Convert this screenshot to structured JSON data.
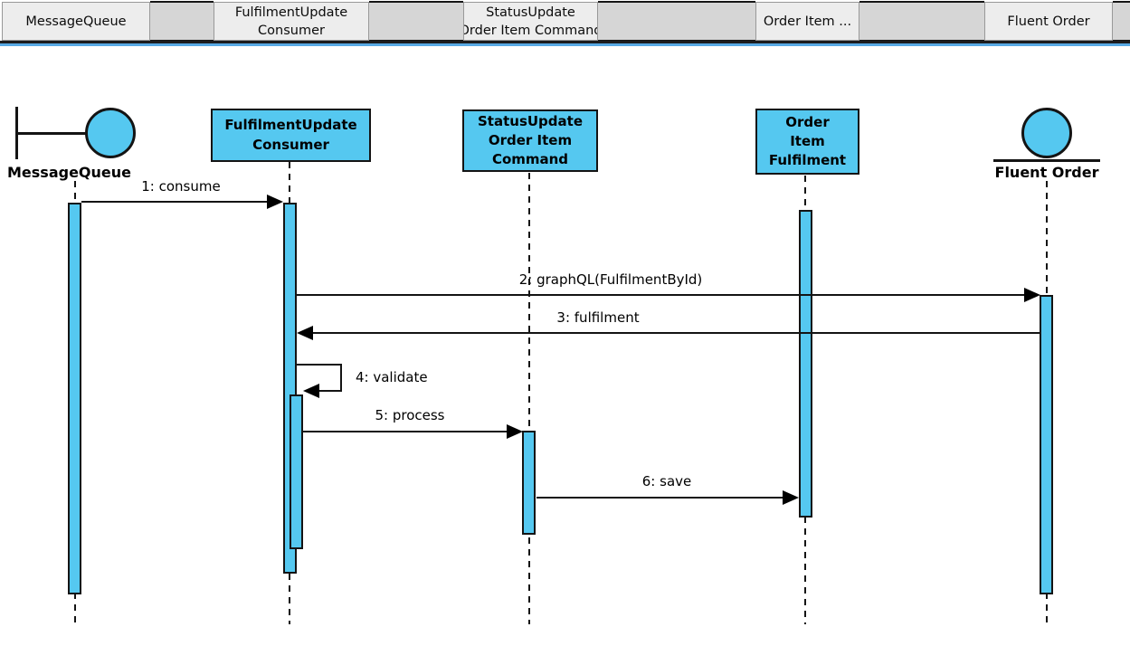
{
  "tab_bar": {
    "tabs": [
      {
        "label": "MessageQueue",
        "lines": [
          "MessageQueue"
        ]
      },
      {
        "label": "FulfilmentUpdate Consumer",
        "lines": [
          "FulfilmentUpdate",
          "Consumer"
        ]
      },
      {
        "label": "StatusUpdate Order Item Command",
        "lines": [
          "StatusUpdate",
          "Order Item Command"
        ]
      },
      {
        "label": "Order Item ...",
        "lines": [
          "Order Item ..."
        ]
      },
      {
        "label": "Fluent Order",
        "lines": [
          "Fluent Order"
        ]
      }
    ]
  },
  "diagram": {
    "type": "uml-sequence",
    "lifelines": [
      {
        "name": "MessageQueue",
        "kind": "boundary",
        "label": "MessageQueue"
      },
      {
        "name": "FulfilmentUpdateConsumer",
        "kind": "object",
        "lines": [
          "FulfilmentUpdate",
          "Consumer"
        ]
      },
      {
        "name": "StatusUpdateOrderItemCommand",
        "kind": "object",
        "lines": [
          "StatusUpdate",
          "Order Item",
          "Command"
        ]
      },
      {
        "name": "OrderItemFulfilment",
        "kind": "object",
        "lines": [
          "Order",
          "Item",
          "Fulfilment"
        ]
      },
      {
        "name": "FluentOrder",
        "kind": "entity",
        "label": "Fluent Order"
      }
    ],
    "messages": [
      {
        "seq": 1,
        "label": "1: consume",
        "from": "MessageQueue",
        "to": "FulfilmentUpdateConsumer",
        "type": "sync"
      },
      {
        "seq": 2,
        "label": "2: graphQL(FulfilmentById)",
        "from": "FulfilmentUpdateConsumer",
        "to": "FluentOrder",
        "type": "sync"
      },
      {
        "seq": 3,
        "label": "3: fulfilment",
        "from": "FluentOrder",
        "to": "FulfilmentUpdateConsumer",
        "type": "return"
      },
      {
        "seq": 4,
        "label": "4: validate",
        "from": "FulfilmentUpdateConsumer",
        "to": "FulfilmentUpdateConsumer",
        "type": "self"
      },
      {
        "seq": 5,
        "label": "5: process",
        "from": "FulfilmentUpdateConsumer",
        "to": "StatusUpdateOrderItemCommand",
        "type": "sync"
      },
      {
        "seq": 6,
        "label": "6: save",
        "from": "StatusUpdateOrderItemCommand",
        "to": "OrderItemFulfilment",
        "type": "sync"
      }
    ],
    "colors": {
      "node_fill": "#55c8f0",
      "stroke": "#141414",
      "tab_bg": "#ededed",
      "tab_gap_bg": "#d6d6d6",
      "accent_line": "#58a9e4"
    }
  }
}
